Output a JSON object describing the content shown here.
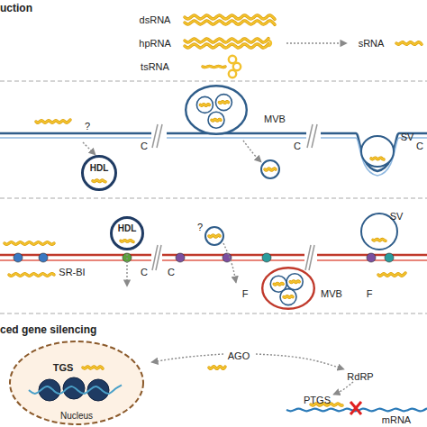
{
  "diagram": {
    "nodes": [
      {
        "text": [
          "HDL"
        ]
      },
      {
        "text": [
          "MVB"
        ]
      },
      {
        "text": [
          "SV"
        ]
      },
      {
        "text": [
          "HDL"
        ]
      },
      {
        "text": [
          "MVB"
        ]
      },
      {
        "text": [
          "SV"
        ]
      },
      {
        "text": [
          "TGS",
          "Nucleus"
        ]
      }
    ],
    "labels": [
      "uction",
      "dsRNA",
      "hpRNA",
      "tsRNA",
      "sRNA",
      "?",
      "C",
      "C",
      "C",
      "SR-BI",
      "C",
      "C",
      "?",
      "F",
      "F",
      "ced gene silencing",
      "AGO",
      "RdRP",
      "PTGS",
      "mRNA"
    ]
  }
}
